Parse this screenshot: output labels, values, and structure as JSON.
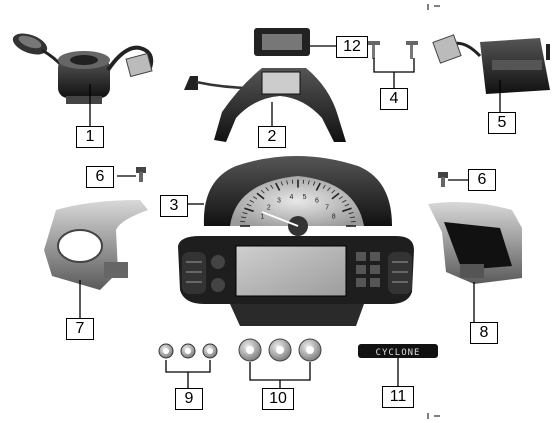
{
  "callouts": {
    "c1": "1",
    "c2": "2",
    "c3": "3",
    "c4": "4",
    "c5": "5",
    "c6a": "6",
    "c6b": "6",
    "c7": "7",
    "c8": "8",
    "c9": "9",
    "c10": "10",
    "c11": "11",
    "c12": "12"
  },
  "badge_text": "CYCLONE",
  "tacho_numerals": [
    "1",
    "2",
    "3",
    "4",
    "5",
    "6",
    "7",
    "8"
  ]
}
